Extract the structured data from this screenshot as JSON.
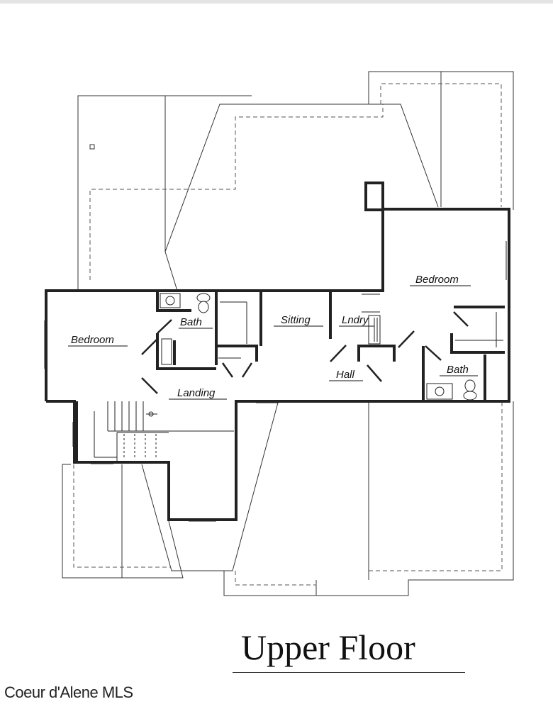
{
  "title": "Upper Floor",
  "watermark": "Coeur d'Alene MLS",
  "rooms": {
    "bedroom_left": "Bedroom",
    "bath_left": "Bath",
    "sitting": "Sitting",
    "laundry": "Lndry",
    "bedroom_right": "Bedroom",
    "hall": "Hall",
    "bath_right": "Bath",
    "landing": "Landing"
  }
}
